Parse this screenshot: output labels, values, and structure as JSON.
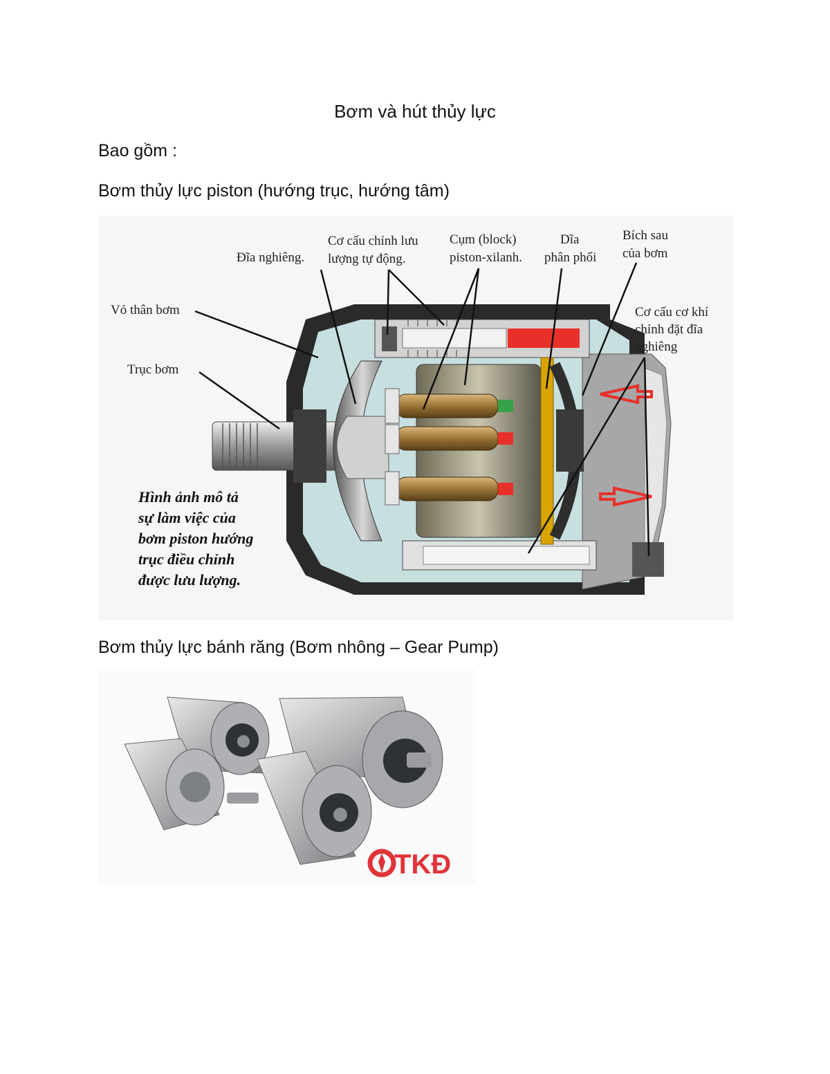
{
  "document": {
    "title": "Bơm và hút thủy lực",
    "intro": "Bao gồm :",
    "section1_heading": "Bơm thủy lực piston (hướng trục, hướng tâm)",
    "section2_heading": "Bơm thủy lực bánh răng (Bơm nhông – Gear Pump)"
  },
  "piston_figure": {
    "labels": {
      "swash_plate": "Đĩa nghiêng.",
      "flow_control_1": "Cơ cấu chỉnh lưu",
      "flow_control_2": "lượng tự động.",
      "block_1": "Cụm (block)",
      "block_2": "piston-xilanh.",
      "distributor_1": "Dĩa",
      "distributor_2": "phân phối",
      "rear_flange_1": "Bích sau",
      "rear_flange_2": "của bơm",
      "housing": "Vỏ thân bơm",
      "shaft": "Trục bơm",
      "mech_adjust_1": "Cơ cấu cơ khí",
      "mech_adjust_2": "chỉnh đặt đĩa",
      "mech_adjust_3": "nghiêng"
    },
    "caption_lines": [
      "Hình ảnh mô tả",
      "sự làm việc của",
      "bơm piston hướng",
      "trục điều chỉnh",
      "được lưu lượng."
    ],
    "colors": {
      "accent_red": "#e8302a",
      "gold": "#d9a400",
      "piston_bronze": "#a07a3c"
    }
  },
  "gear_figure": {
    "logo_text": "TKĐ",
    "colors": {
      "logo_red": "#e0343a"
    }
  }
}
